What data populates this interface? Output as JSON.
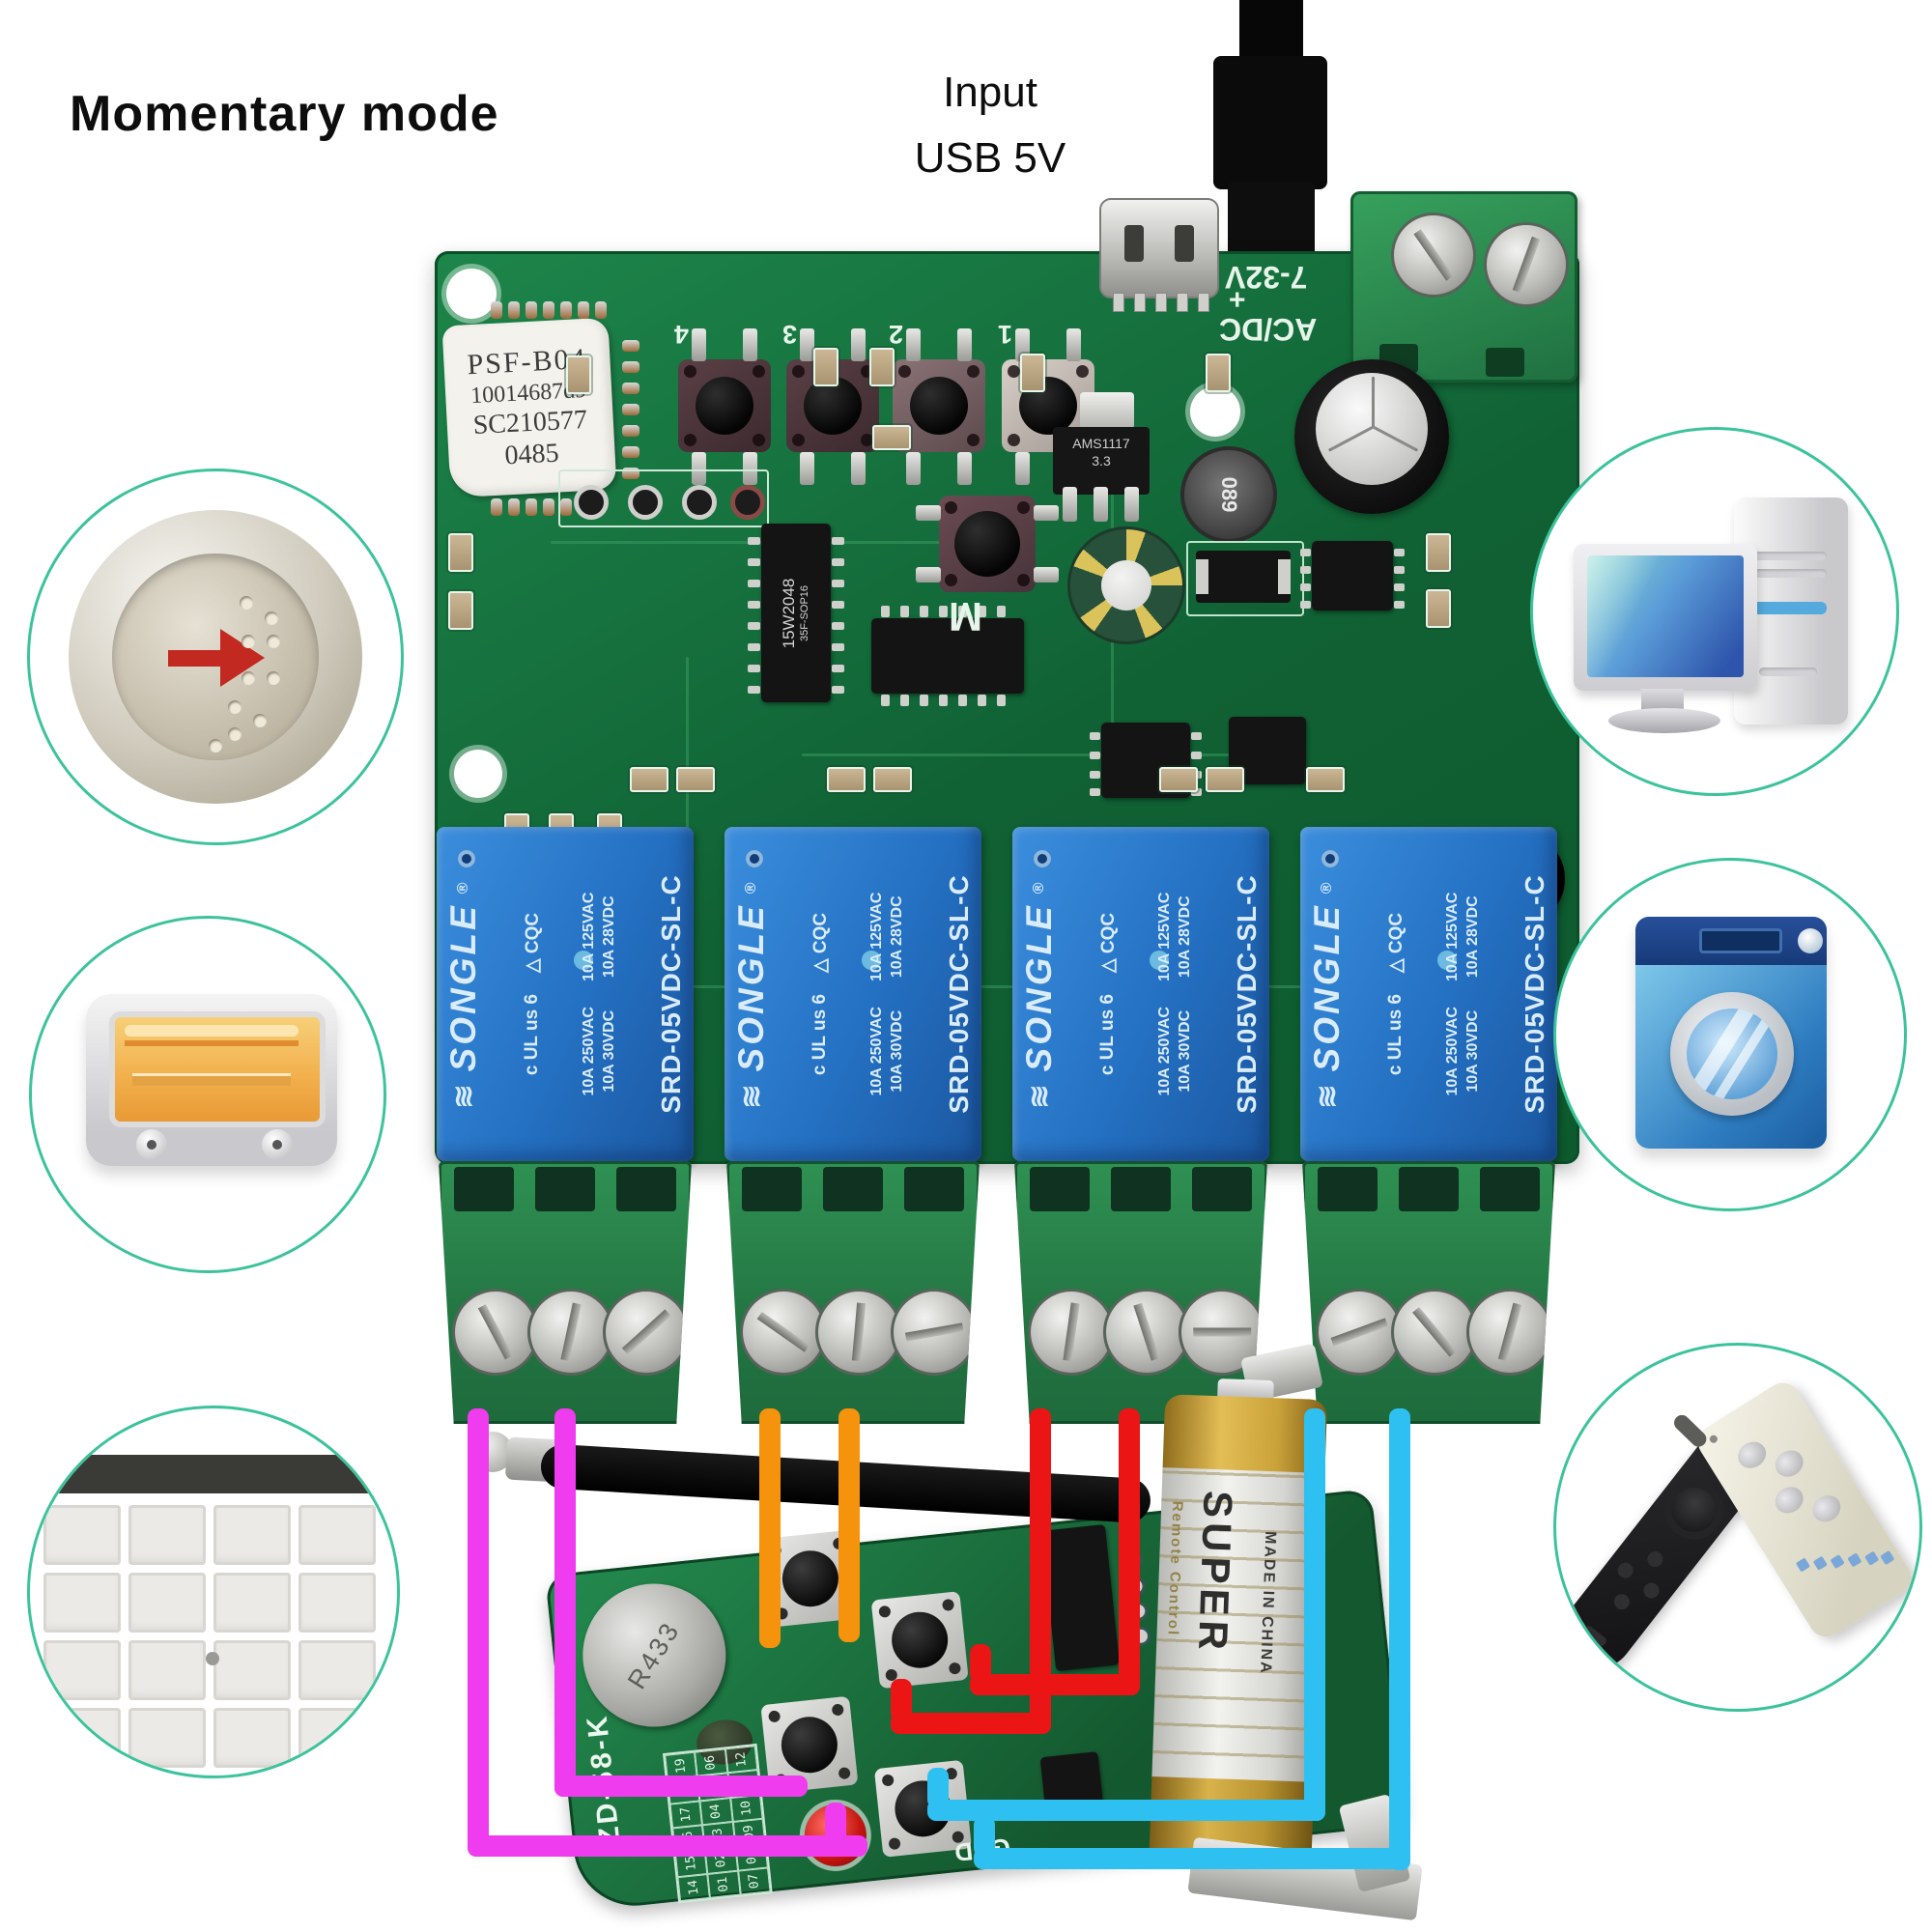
{
  "annotations": {
    "title": "Momentary mode",
    "input_line1": "Input",
    "input_line2": "USB 5V"
  },
  "main_board": {
    "silkscreen": {
      "power_rating": "7-32V",
      "power_type": "AC/DC",
      "m_label": "M",
      "usb_plus": "+",
      "button_labels": [
        "4",
        "3",
        "2",
        "1"
      ]
    },
    "wifi_module": {
      "line1": "PSF-B04",
      "line2": "10014687d9",
      "line3": "SC210577",
      "line4": "0485"
    },
    "ics": {
      "mcu_line1": "15W2048",
      "mcu_line2": "35F-SOP16",
      "regulator_line1": "AMS1117",
      "regulator_line2": "3.3",
      "inductor_marking": "089"
    },
    "relay": {
      "logo_glyph": "≋",
      "brand": "SONGLE",
      "reg_mark": "®",
      "cert_marks": "c UL us  6",
      "cert_extra": "△  CQC",
      "ratings": [
        "10A 250VAC",
        "10A 30VDC",
        "10A 125VAC",
        "10A 28VDC"
      ],
      "model": "SRD-05VDC-SL-C"
    }
  },
  "remote_board": {
    "resonator": "R433",
    "model_silkscreen": "ZD-58-K",
    "gnd_label": "GND",
    "code_table": [
      [
        "14",
        "15",
        "16",
        "17",
        "18",
        "19"
      ],
      [
        "01",
        "02",
        "03",
        "04",
        "05",
        "06"
      ],
      [
        "07",
        "08",
        "09",
        "10",
        "11",
        "12"
      ]
    ]
  },
  "battery": {
    "brand": "SUPER",
    "origin": "MADE IN CHINA",
    "side_text": "Remote Control"
  },
  "wire_colors": {
    "relay1_wire": "#ee3cee",
    "relay2_wire": "#f5930c",
    "relay3_wire": "#ec1515",
    "relay4_wire": "#2fc0f2"
  },
  "accent_colors": {
    "circle_ring": "#3cc39b",
    "pcb_green": "#157540",
    "relay_blue": "#2e7fd0",
    "terminal_green": "#2f9153"
  },
  "icons": {
    "left": [
      "elevator-button-icon",
      "toaster-oven-icon",
      "garage-door-icon"
    ],
    "right": [
      "desktop-computer-icon",
      "washing-machine-icon",
      "remote-controls-icon"
    ]
  }
}
